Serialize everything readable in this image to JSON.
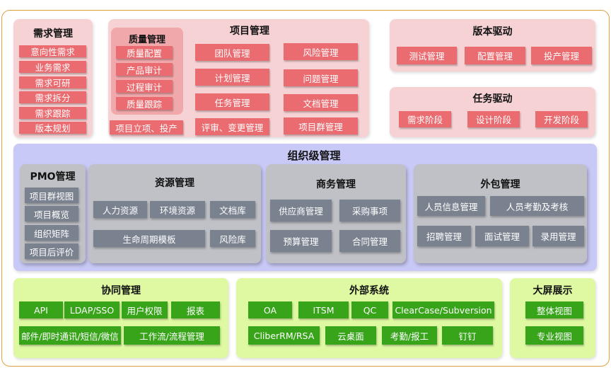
{
  "demand": {
    "title": "需求管理",
    "items": [
      "意向性需求",
      "业务需求",
      "需求可研",
      "需求拆分",
      "需求跟踪",
      "版本规划"
    ]
  },
  "project": {
    "title": "项目管理",
    "quality": {
      "title": "质量管理",
      "items": [
        "质量配置",
        "产品审计",
        "过程审计",
        "质量跟踪"
      ]
    },
    "approval": "项目立项、投产",
    "col2": [
      "团队管理",
      "计划管理",
      "任务管理",
      "评审、变更管理"
    ],
    "col3": [
      "风险管理",
      "问题管理",
      "文档管理",
      "项目群管理"
    ]
  },
  "version": {
    "title": "版本驱动",
    "items": [
      "测试管理",
      "配置管理",
      "投产管理"
    ]
  },
  "task": {
    "title": "任务驱动",
    "items": [
      "需求阶段",
      "设计阶段",
      "开发阶段"
    ]
  },
  "org": {
    "title": "组织级管理",
    "pmo": {
      "title": "PMO管理",
      "items": [
        "项目群视图",
        "项目概览",
        "组织矩阵",
        "项目后评价"
      ]
    },
    "resource": {
      "title": "资源管理",
      "items": [
        "人力资源",
        "环境资源",
        "文档库",
        "生命周期模板",
        "风险库"
      ]
    },
    "business": {
      "title": "商务管理",
      "items": [
        "供应商管理",
        "采购事项",
        "预算管理",
        "合同管理"
      ]
    },
    "outsource": {
      "title": "外包管理",
      "items": [
        "人员信息管理",
        "人员考勤及考核",
        "招聘管理",
        "面试管理",
        "录用管理"
      ]
    }
  },
  "collab": {
    "title": "协同管理",
    "items": [
      "API",
      "LDAP/SSO",
      "用户权限",
      "报表",
      "邮件/即时通讯/短信/微信",
      "工作流/流程管理"
    ]
  },
  "external": {
    "title": "外部系统",
    "items": [
      "OA",
      "ITSM",
      "QC",
      "ClearCase/Subversion",
      "CliberRM/RSA",
      "云桌面",
      "考勤/报工",
      "钉钉"
    ]
  },
  "bigscreen": {
    "title": "大屏展示",
    "items": [
      "整体视图",
      "专业视图"
    ]
  }
}
